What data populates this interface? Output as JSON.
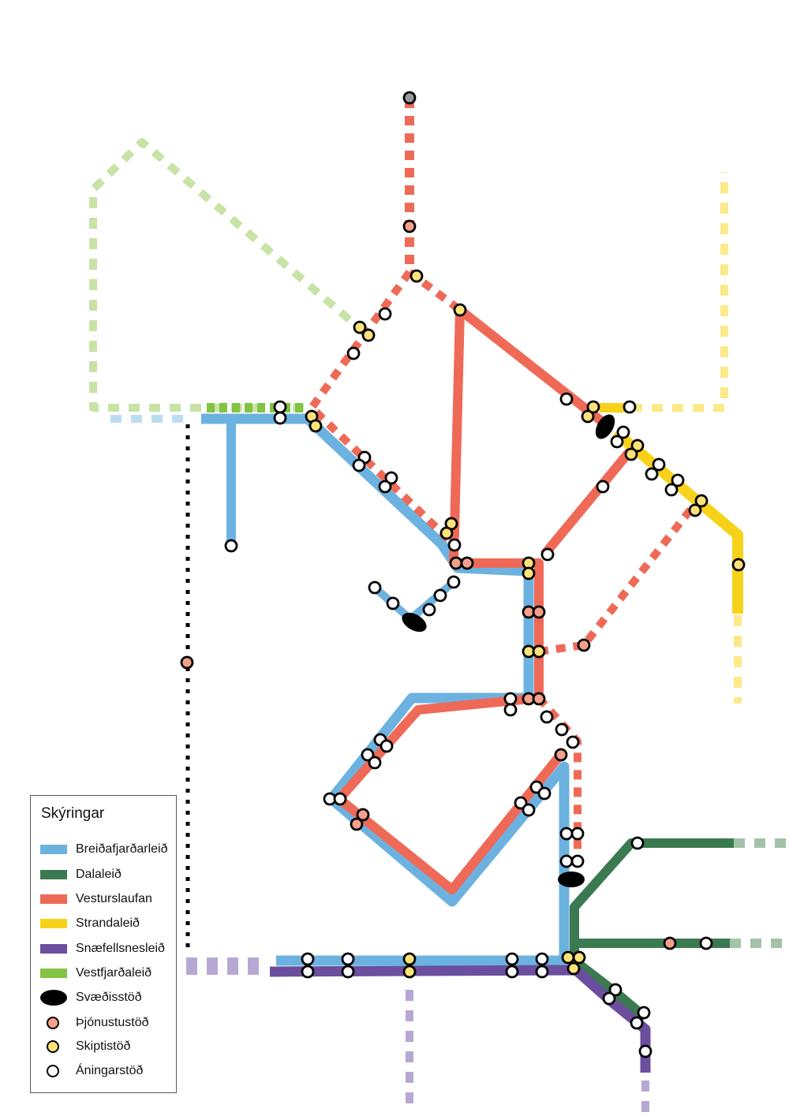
{
  "legend": {
    "title": "Skýringar",
    "lines": [
      {
        "label": "Breiðafjarðarleið",
        "color": "#6cb2e0"
      },
      {
        "label": "Dalaleið",
        "color": "#3b7a50"
      },
      {
        "label": "Vesturslaufan",
        "color": "#ee6a57"
      },
      {
        "label": "Strandaleið",
        "color": "#f7d21a"
      },
      {
        "label": "Snæfellsnesleið",
        "color": "#6b4e9e"
      },
      {
        "label": "Vestfjarðaleið",
        "color": "#82c341"
      }
    ],
    "regional_station": {
      "label": "Svæðisstöð"
    },
    "stop_types": [
      {
        "label": "Þjónustustöð",
        "color": "#f4a08a"
      },
      {
        "label": "Skiptistöð",
        "color": "#fbe27a"
      },
      {
        "label": "Áningarstöð",
        "color": "#ffffff"
      }
    ]
  },
  "colors": {
    "breidafjardarleid": "#6cb2e0",
    "breidafjardarleid_faded": "#bcdcf2",
    "dalaleid": "#3b7a50",
    "dalaleid_faded": "#a3c3a8",
    "vesturslaufan": "#ee6a57",
    "strandaleid": "#f7d21a",
    "strandaleid_faded": "#fbe98a",
    "snaefellsnesleid": "#6b4e9e",
    "snaefellsnesleid_faded": "#b7a8d3",
    "vestfjardaleid": "#82c341",
    "vestfjardaleid_faded": "#c7e3a5",
    "regional_road": "#000000",
    "stop_grey": "#9a9a9a"
  }
}
